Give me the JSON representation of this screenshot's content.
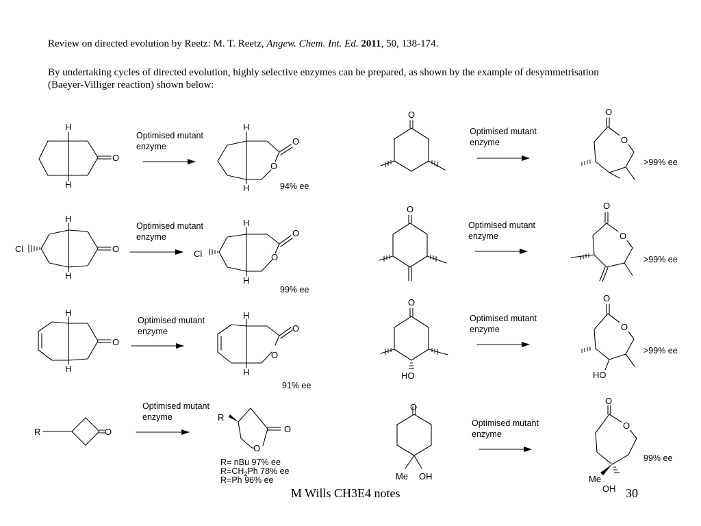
{
  "header": {
    "ref_prefix": "Review on directed evolution  by Reetz: M. T. Reetz, ",
    "journal": "Angew. Chem. Int. Ed.",
    "year": "2011",
    "ref_suffix": ", 50, 138-174.",
    "intro": "By undertaking cycles of directed evolution, highly selective enzymes can be prepared, as shown by the example of desymmetrisation (Baeyer-Villiger reaction) shown below:"
  },
  "reaction_label": {
    "line1": "Optimised mutant",
    "line2": "enzyme"
  },
  "atoms": {
    "H": "H",
    "O": "O",
    "Cl": "Cl",
    "R": "R",
    "HO": "HO",
    "OH": "OH",
    "Me": "Me"
  },
  "ee": {
    "r1": "94% ee",
    "r2": "99% ee",
    "r3": "91% ee",
    "r4_a": "R= nBu 97% ee",
    "r4_b_pre": "R=CH",
    "r4_b_sub": "2",
    "r4_b_post": "Ph 78% ee",
    "r4_c": "R=Ph 96% ee",
    "r5": ">99% ee",
    "r6": ">99% ee",
    "r7": ">99% ee",
    "r8": "99% ee"
  },
  "footer": {
    "notes": "M Wills CH3E4 notes",
    "page": "30"
  }
}
